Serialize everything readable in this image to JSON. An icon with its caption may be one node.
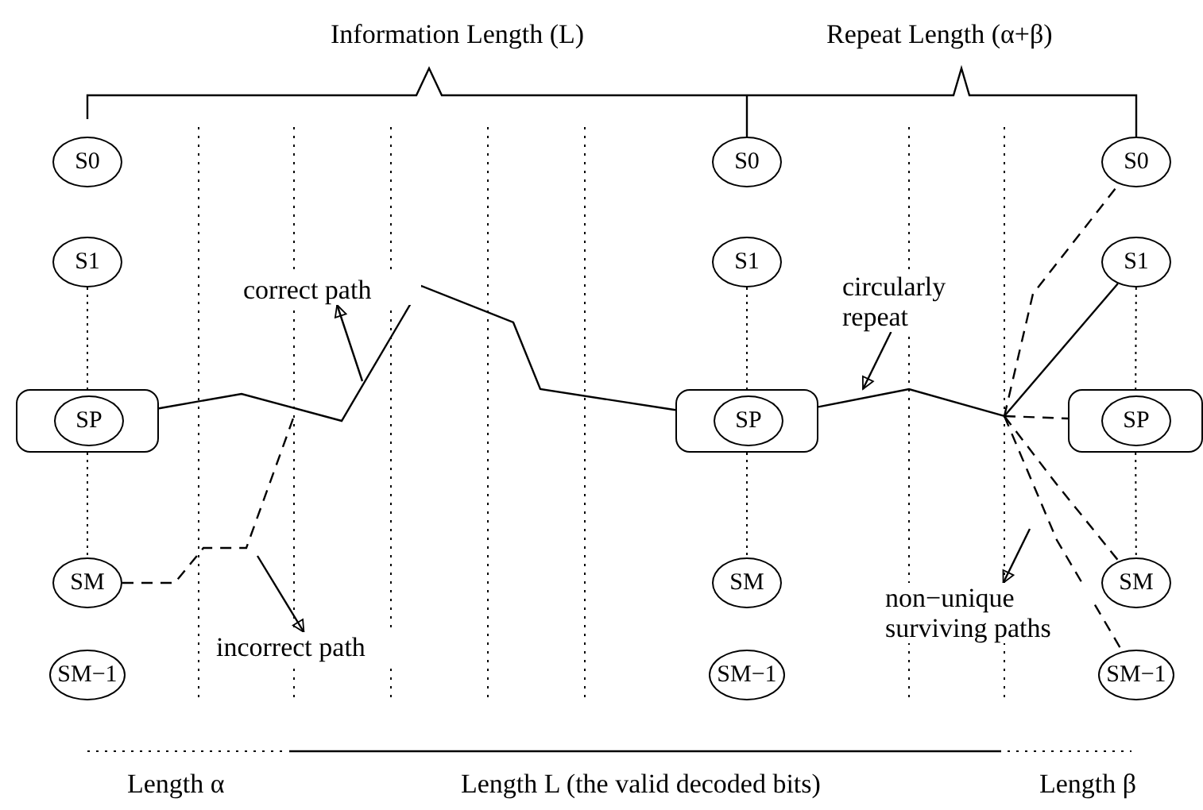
{
  "diagram": {
    "nodes": [
      {
        "text": [
          "S0"
        ]
      },
      {
        "text": [
          "S1"
        ]
      },
      {
        "text": [],
        "shape": "box"
      },
      {
        "text": [
          "SP"
        ],
        "in": 2
      },
      {
        "text": [
          "SM"
        ]
      },
      {
        "text": [
          "SM−1"
        ]
      },
      {
        "text": [
          "S0"
        ]
      },
      {
        "text": [
          "S1"
        ]
      },
      {
        "text": [],
        "shape": "box"
      },
      {
        "text": [
          "SP"
        ],
        "in": 8
      },
      {
        "text": [
          "SM"
        ]
      },
      {
        "text": [
          "SM−1"
        ]
      },
      {
        "text": [
          "S0"
        ]
      },
      {
        "text": [
          "S1"
        ]
      },
      {
        "text": [],
        "shape": "box"
      },
      {
        "text": [
          "SP"
        ],
        "in": 14
      },
      {
        "text": [
          "SM"
        ]
      },
      {
        "text": [
          "SM−1"
        ]
      },
      {
        "text": [
          "correct path"
        ]
      },
      {
        "text": [
          "incorrect path"
        ]
      },
      {
        "text": [
          "circularly repeat"
        ]
      },
      {
        "text": [
          "non−unique surviving paths"
        ]
      }
    ],
    "edges": [
      {
        "from": 2,
        "to": 8,
        "arrow": "none"
      },
      {
        "from": 4,
        "to": null,
        "arrow": "none",
        "style": "dashed"
      },
      {
        "from": 8,
        "to": 13,
        "arrow": "none"
      },
      {
        "from": null,
        "to": 12,
        "arrow": "none",
        "style": "dashed"
      },
      {
        "from": null,
        "to": 14,
        "arrow": "none",
        "style": "dashed"
      },
      {
        "from": null,
        "to": 16,
        "arrow": "none",
        "style": "dashed"
      },
      {
        "from": null,
        "to": 17,
        "arrow": "none",
        "style": "dashed"
      },
      {
        "from": null,
        "to": 18,
        "arrow": "to"
      },
      {
        "from": null,
        "to": 19,
        "arrow": "to"
      },
      {
        "from": 20,
        "to": null,
        "arrow": "to"
      },
      {
        "from": null,
        "to": 21,
        "arrow": "to"
      },
      {
        "from": 1,
        "to": 2,
        "arrow": "none",
        "style": "dashed"
      },
      {
        "from": 2,
        "to": 4,
        "arrow": "none",
        "style": "dashed"
      },
      {
        "from": 7,
        "to": 8,
        "arrow": "none",
        "style": "dashed"
      },
      {
        "from": 8,
        "to": 10,
        "arrow": "none",
        "style": "dashed"
      },
      {
        "from": 13,
        "to": 14,
        "arrow": "none",
        "style": "dashed"
      },
      {
        "from": 14,
        "to": 16,
        "arrow": "none",
        "style": "dashed"
      }
    ],
    "labels": [
      "Information Length (L)",
      "Repeat Length (α+β)",
      "Length α",
      "Length L (the valid decoded bits)",
      "Length β"
    ]
  }
}
